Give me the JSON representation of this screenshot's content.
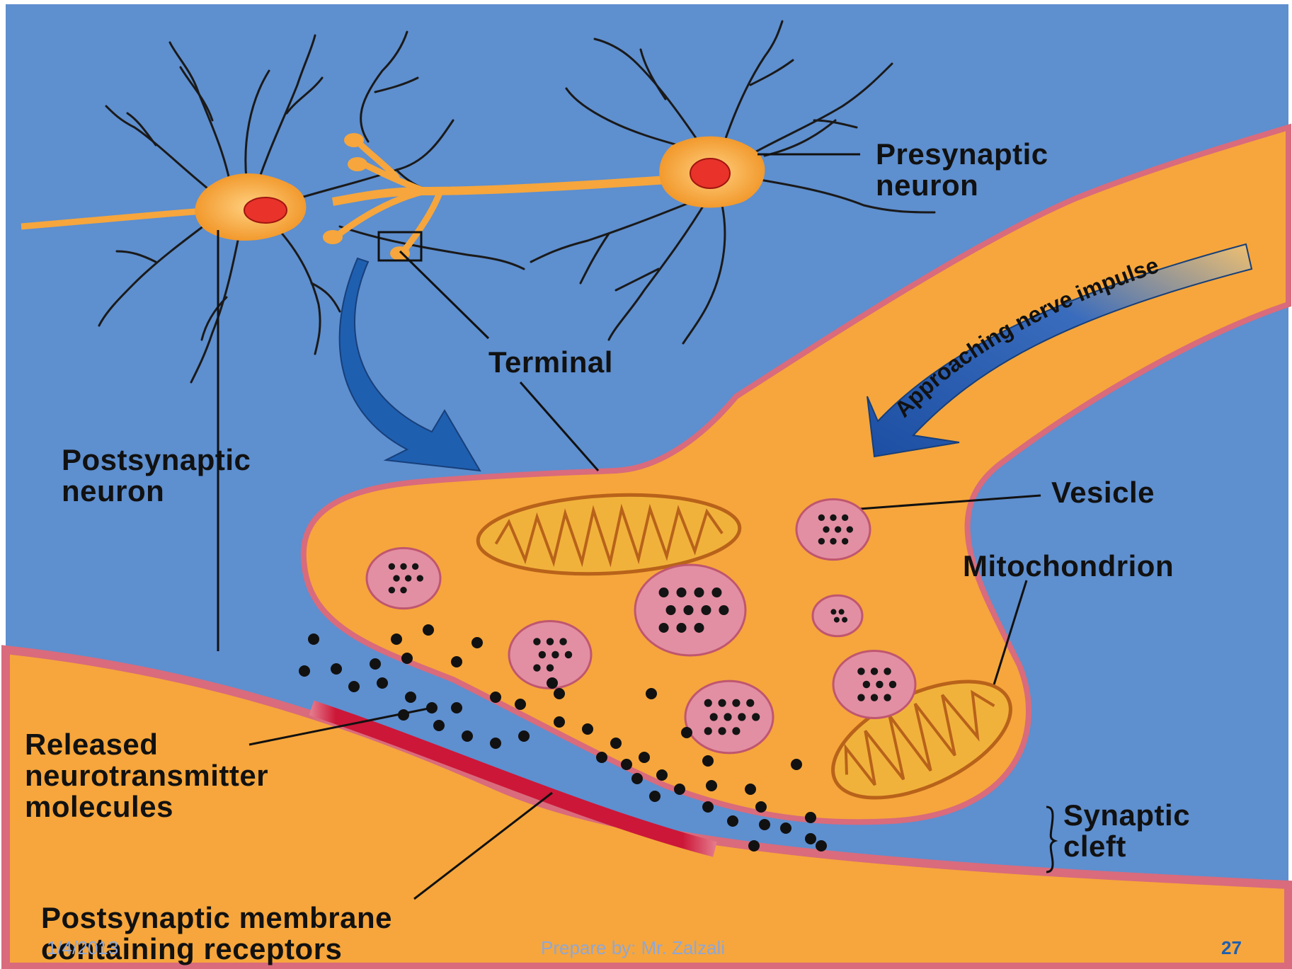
{
  "colors": {
    "background": "#5e8fcf",
    "cytoplasm": "#f6a63c",
    "membrane": "#d96b7c",
    "nucleus": "#e8322a",
    "vesicle": "#e28fa3",
    "mitochondrion": "#f1b23c",
    "receptor_band": "#cc1738",
    "arrow": "#1f5fb0",
    "label_text": "#111111",
    "footer_text": "#8ea7d6"
  },
  "labels": {
    "presynaptic_neuron": [
      "Presynaptic",
      "neuron"
    ],
    "terminal": "Terminal",
    "approaching_nerve_impulse": "Approaching nerve impulse",
    "postsynaptic_neuron": [
      "Postsynaptic",
      "neuron"
    ],
    "vesicle": "Vesicle",
    "mitochondrion": "Mitochondrion",
    "released_neurotransmitter_molecules": [
      "Released",
      "neurotransmitter",
      "molecules"
    ],
    "synaptic_cleft": [
      "Synaptic",
      "cleft"
    ],
    "postsynaptic_membrane_containing_receptors": [
      "Postsynaptic membrane",
      "containing receptors"
    ]
  },
  "footer": {
    "date": "1/4/2013",
    "author": "Prepare by:  Mr. Zalzali",
    "page_number": "27"
  }
}
